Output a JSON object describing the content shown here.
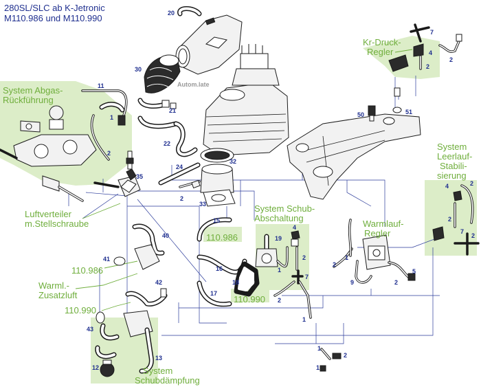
{
  "title": {
    "line1": "280SL/SLC ab K-Jetronic",
    "line2": "M110.986 und M110.990"
  },
  "systems": {
    "abgas_line1": "System Abgas-",
    "abgas_line2": "Rückführung",
    "krdruck_line1": "Kr-Druck-",
    "krdruck_line2": "Regler",
    "leerlauf_line1": "System",
    "leerlauf_line2": "Leerlauf-",
    "leerlauf_line3": "Stabili-",
    "leerlauf_line4": "sierung",
    "luftverteiler_line1": "Luftverteiler",
    "luftverteiler_line2": "m.Stellschraube",
    "schub_line1": "System Schub-",
    "schub_line2": "Abschaltung",
    "warmlauf_line1": "Warmlauf-",
    "warmlauf_line2": "Regler",
    "warml_line1": "Warml.-",
    "warml_line2": "Zusatzluft",
    "daempf_line1": "System",
    "daempf_line2": "Schubdämpfung"
  },
  "variants": {
    "v986_a": "110.986",
    "v986_b": "110.986",
    "v990_a": "110.990",
    "v990_b": "110.990"
  },
  "annotation": {
    "autom_late": "Autom.late"
  },
  "part_numbers": {
    "n20": "20",
    "n30": "30",
    "n21": "21",
    "n22": "22",
    "n24": "24",
    "n32": "32",
    "n33": "33",
    "n35": "35",
    "n11": "11",
    "n1a": "1",
    "n2a": "2",
    "n7a": "7",
    "n4a": "4",
    "n2b": "2",
    "n2c": "2",
    "n50": "50",
    "n51": "51",
    "n4b": "4",
    "n2d": "2",
    "n7b": "7",
    "n2e": "2",
    "n2f": "2",
    "n15": "15",
    "n16": "16",
    "n18": "18",
    "n17": "17",
    "n19": "19",
    "n4c": "4",
    "n1b": "1",
    "n2g": "2",
    "n7c": "7",
    "n2h": "2",
    "n1c": "1",
    "n40": "40",
    "n41": "41",
    "n42": "42",
    "n43": "43",
    "n12": "12",
    "n13": "13",
    "n2i": "2",
    "n1d": "1",
    "n9": "9",
    "n2j": "2",
    "n5": "5",
    "n1e": "1",
    "n2k": "2",
    "n1f": "1",
    "n2l": "2"
  }
}
